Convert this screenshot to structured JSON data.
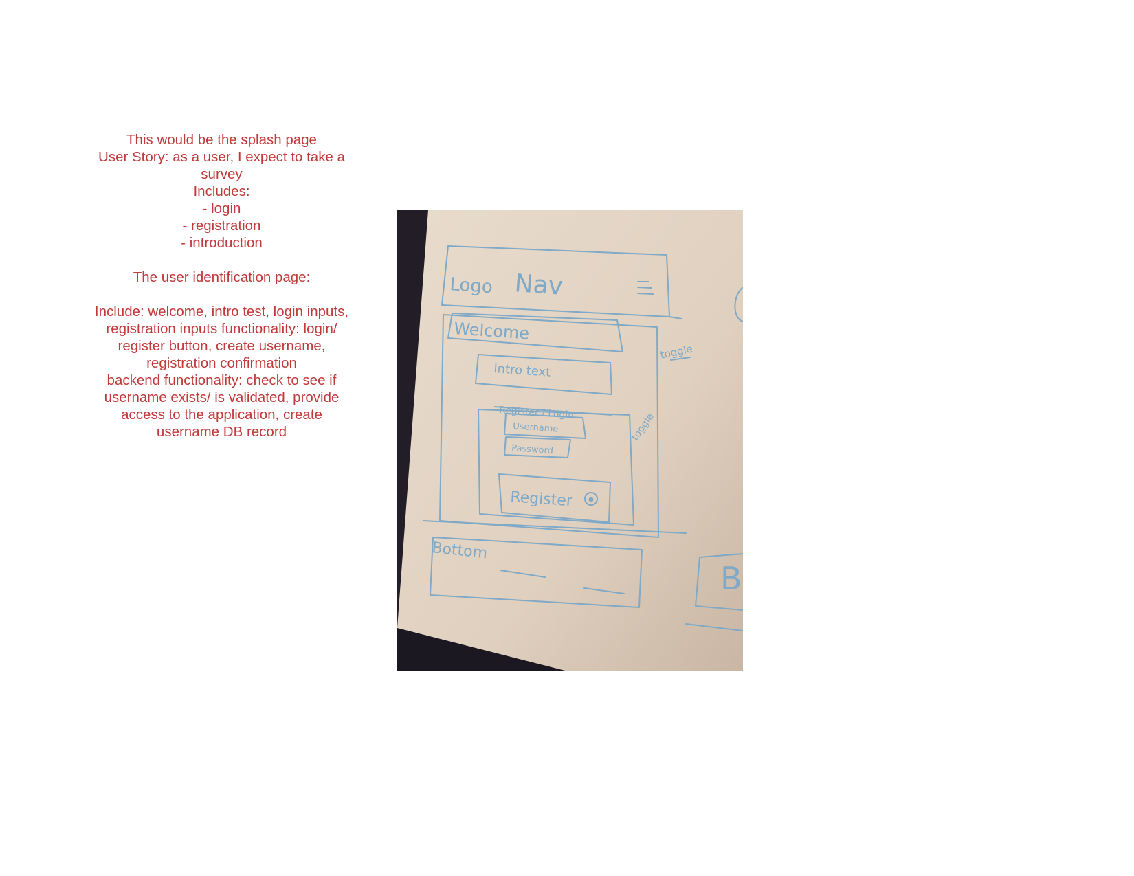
{
  "notes": {
    "lines": [
      "This would be the splash page",
      "User Story: as a user, I expect to take a survey",
      "Includes:",
      "- login",
      "- registration",
      "- introduction",
      "",
      "The user identification page:",
      "",
      "Include: welcome, intro test,  login inputs, registration inputs functionality: login/ register button, create username, registration confirmation",
      "backend functionality: check to see if username exists/ is validated, provide access to the application, create username DB record"
    ]
  },
  "sketch": {
    "labels": {
      "logo": "Logo",
      "nav": "Nav",
      "welcome": "Welcome",
      "intro": "Intro text",
      "register_login": "Register / Login",
      "username": "Username",
      "password": "Password",
      "register": "Register",
      "toggle_1": "toggle",
      "toggle_2": "toggle",
      "bottom": "Bottom",
      "b_partial": "B"
    },
    "ink_color": "#7fa9c6",
    "paper_color": "#e2d3c3",
    "frame_color": "#1c1822"
  }
}
